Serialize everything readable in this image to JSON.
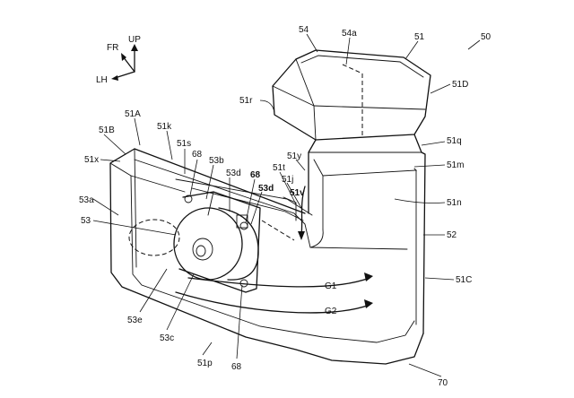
{
  "axes": {
    "up": "UP",
    "fr": "FR",
    "lh": "LH"
  },
  "labels": {
    "l50": "50",
    "l54": "54",
    "l54a": "54a",
    "l51": "51",
    "l51D": "51D",
    "l51r": "51r",
    "l51A": "51A",
    "l51B": "51B",
    "l51k": "51k",
    "l51s": "51s",
    "l68a": "68",
    "l53b": "53b",
    "l53d1": "53d",
    "l68b": "68",
    "l53d2": "53d",
    "l51x": "51x",
    "l51t": "51t",
    "l51y": "51y",
    "l51j": "51j",
    "l51v": "51v",
    "l51q": "51q",
    "l51m": "51m",
    "l51n": "51n",
    "l52": "52",
    "l53a": "53a",
    "l53": "53",
    "l51C": "51C",
    "lG1": "G1",
    "lG2": "G2",
    "l53e": "53e",
    "l53c": "53c",
    "l51p": "51p",
    "l68c": "68",
    "l70": "70"
  }
}
